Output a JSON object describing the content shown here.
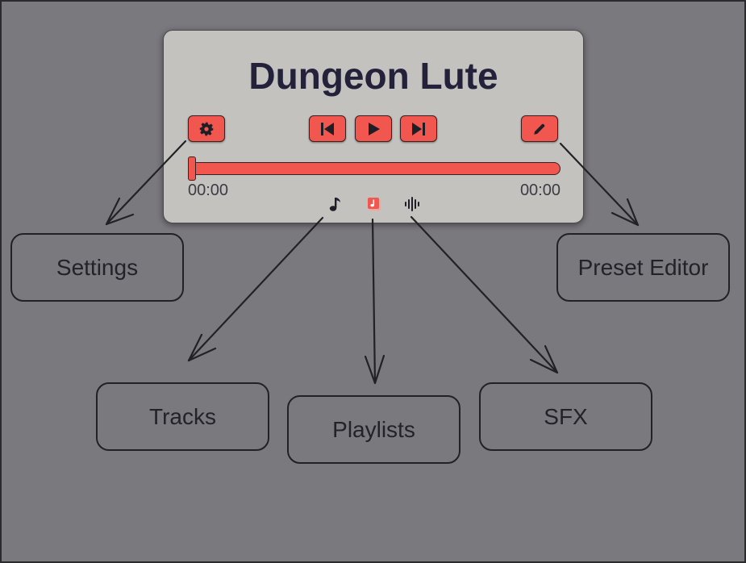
{
  "player": {
    "title": "Dungeon Lute",
    "time_elapsed": "00:00",
    "time_total": "00:00",
    "progress": 0,
    "accent_color": "#f1574e",
    "buttons": [
      "gear-icon",
      "skip-previous-icon",
      "play-icon",
      "skip-next-icon",
      "pencil-icon"
    ],
    "tab_icons": [
      "music-note-icon",
      "playlist-icon",
      "sound-wave-icon"
    ]
  },
  "nodes": {
    "settings": "Settings",
    "preset_editor": "Preset Editor",
    "tracks": "Tracks",
    "playlists": "Playlists",
    "sfx": "SFX"
  }
}
